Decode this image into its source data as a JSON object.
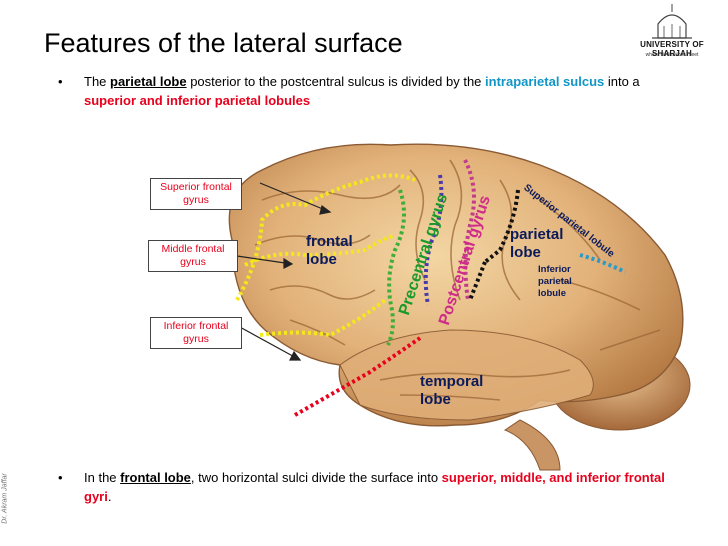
{
  "slide": {
    "title": "Features of the lateral surface",
    "side_credit": "Dr. Akram Jaffar"
  },
  "logo": {
    "name": "UNIVERSITY OF SHARJAH",
    "tagline": "where civilizations meet"
  },
  "bullets": [
    {
      "marker": "•",
      "parts": [
        {
          "text": "The ",
          "style": "plain"
        },
        {
          "text": "parietal lobe",
          "style": "bold-underline"
        },
        {
          "text": " posterior to the postcentral sulcus is divided by the ",
          "style": "plain"
        },
        {
          "text": "intraparietal sulcus",
          "style": "teal"
        },
        {
          "text": " into a ",
          "style": "plain"
        },
        {
          "text": "superior and inferior parietal lobules",
          "style": "red"
        }
      ]
    },
    {
      "marker": "•",
      "parts": [
        {
          "text": "In the ",
          "style": "plain"
        },
        {
          "text": "frontal lobe",
          "style": "bold-underline"
        },
        {
          "text": ", two horizontal sulci divide the surface into ",
          "style": "plain"
        },
        {
          "text": "superior, middle, and inferior frontal gyri",
          "style": "red"
        },
        {
          "text": ".",
          "style": "plain"
        }
      ]
    }
  ],
  "figure": {
    "boxes": {
      "superior": "Superior frontal gyrus",
      "middle": "Middle frontal gyrus",
      "inferior": "Inferior frontal gyrus"
    },
    "labels": {
      "frontal_lobe": "frontal lobe",
      "parietal_lobe": "parietal lobe",
      "temporal_lobe": "temporal lobe",
      "precentral": "Precentral gyrus",
      "postcentral": "Postcentral gyrus",
      "superior_parietal": "Superior parietal lobule",
      "inferior_parietal": "Inferior parietal lobule"
    },
    "colors": {
      "yellow_dots": "#f4e81a",
      "green_dots": "#3dae38",
      "blue_dots": "#4a3ba8",
      "purple_dots": "#c23c8c",
      "black_dots": "#111111",
      "red_dots": "#e8001c",
      "teal_dots": "#2a9ac8"
    }
  }
}
